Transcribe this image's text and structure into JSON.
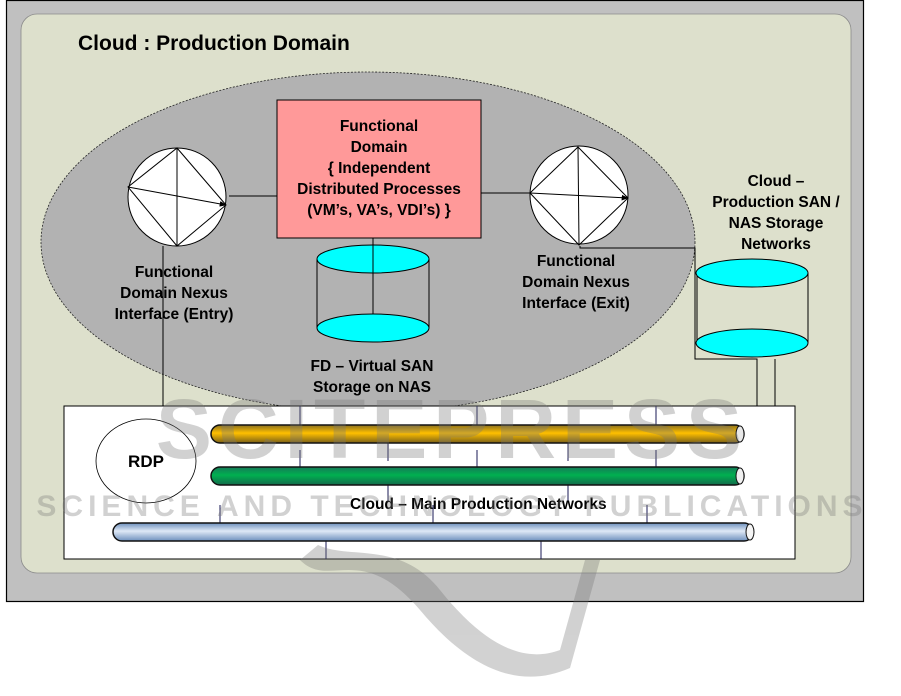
{
  "diagram": {
    "title": "Cloud : Production Domain",
    "functional_domain_box": {
      "lines": [
        "Functional",
        "Domain",
        "{ Independent",
        "Distributed Processes",
        "(VM’s, VA’s, VDI’s) }"
      ],
      "fill": "#ff9999"
    },
    "entry_nexus": {
      "label_lines": [
        "Functional",
        "Domain Nexus",
        "Interface (Entry)"
      ]
    },
    "exit_nexus": {
      "label_lines": [
        "Functional",
        "Domain Nexus",
        "Interface (Exit)"
      ]
    },
    "fd_storage": {
      "label_lines": [
        "FD – Virtual SAN",
        "Storage on NAS"
      ],
      "fill": "#00ffff"
    },
    "production_storage": {
      "label_lines": [
        "Cloud –",
        "Production SAN /",
        "NAS Storage",
        "Networks"
      ],
      "fill": "#00ffff"
    },
    "rdp": {
      "label": "RDP"
    },
    "networks": {
      "label": "Cloud – Main Production Networks",
      "pipes": [
        {
          "name": "orange-network",
          "color_dark": "#b08a10",
          "color_light": "#ffc000"
        },
        {
          "name": "green-network",
          "color_dark": "#1a8a5a",
          "color_light": "#00b050"
        },
        {
          "name": "blue-network",
          "color_dark": "#6f95c2",
          "color_light": "#d6e4f5"
        }
      ]
    },
    "colors": {
      "outer_frame": "#c0c0c0",
      "cloud_panel": "#dde0cc",
      "domain_ellipse": "#b2b2b2",
      "network_panel": "#ffffff"
    },
    "watermark": {
      "line1": "SCITEPRESS",
      "line2": "SCIENCE AND TECHNOLOGY PUBLICATIONS"
    }
  }
}
